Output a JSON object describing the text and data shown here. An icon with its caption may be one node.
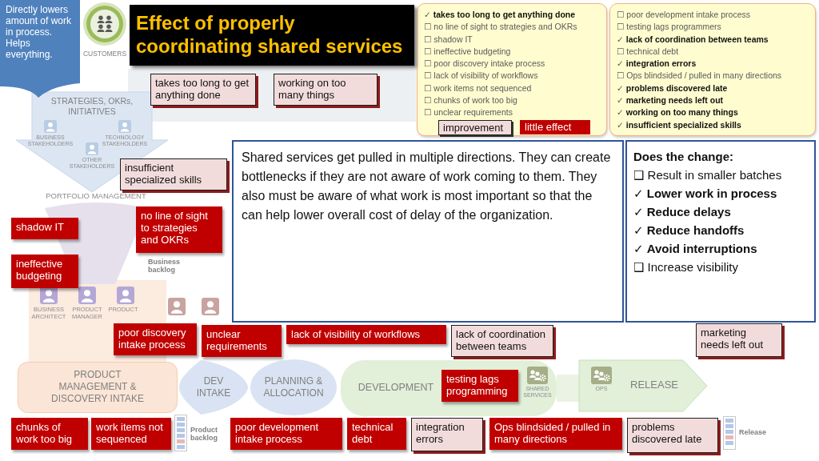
{
  "diagram": {
    "title": "Effect of properly coordinating shared services",
    "nodes": [
      {
        "text": [
          "Directly lowers amount of work in process. Helps everything."
        ]
      },
      {
        "text": [
          "CUSTOMERS"
        ]
      },
      {
        "text": [
          "takes too long to get anything done"
        ]
      },
      {
        "text": [
          "working on too many things"
        ]
      },
      {
        "text": [
          "✓ **takes too long to get anything done**",
          "☐ no line of sight to strategies and OKRs",
          "☐ shadow IT",
          "☐ ineffective budgeting",
          "☐ poor discovery intake process",
          "☐ lack of visibility of workflows",
          "☐ work items not sequenced",
          "☐ chunks of work too big",
          "☐ unclear requirements"
        ]
      },
      {
        "text": [
          "☐ poor development intake process",
          "☐ testing lags programmers",
          "✓ **lack of coordination between teams**",
          "☐ technical debt",
          "✓ **integration errors**",
          "☐ Ops blindsided / pulled in many directions",
          "✓ **problems discovered late**",
          "✓ **marketing needs left out**",
          "✓ **working on too many things**",
          "✓ **insufficient specialized skills**"
        ]
      },
      {
        "text": [
          "STRATEGIES, OKRs, INITIATIVES"
        ]
      },
      {
        "text": [
          "insufficient specialized skills"
        ]
      },
      {
        "text": [
          "PORTFOLIO MANAGEMENT"
        ]
      },
      {
        "text": [
          "Shared services get pulled in multiple directions. They can create bottlenecks if they are not aware of work coming to them. They also must be aware of what work is most important so that the can help lower overall cost of delay of the organization."
        ]
      },
      {
        "text": [
          "Does the change:",
          "❑ Result in smaller batches",
          "✓ **Lower work in process**",
          "✓ **Reduce delays**",
          "✓ **Reduce handoffs**",
          "✓ **Avoid interruptions**",
          "❑ Increase visibility"
        ]
      },
      {
        "text": [
          "shadow IT"
        ]
      },
      {
        "text": [
          "no line of sight to strategies and OKRs"
        ]
      },
      {
        "text": [
          "ineffective budgeting"
        ]
      },
      {
        "text": [
          "poor discovery intake process"
        ]
      },
      {
        "text": [
          "unclear requirements"
        ]
      },
      {
        "text": [
          "lack of visibility of workflows"
        ]
      },
      {
        "text": [
          "lack of coordination between teams"
        ]
      },
      {
        "text": [
          "marketing needs left out"
        ]
      },
      {
        "text": [
          "PRODUCT MANAGEMENT & DISCOVERY INTAKE"
        ]
      },
      {
        "text": [
          "DEV INTAKE"
        ]
      },
      {
        "text": [
          "PLANNING & ALLOCATION"
        ]
      },
      {
        "text": [
          "DEVELOPMENT"
        ]
      },
      {
        "text": [
          "testing lags programming"
        ],
        "in": 22
      },
      {
        "text": [
          "RELEASE"
        ]
      },
      {
        "text": [
          "chunks of work too big"
        ]
      },
      {
        "text": [
          "work items not sequenced"
        ]
      },
      {
        "text": [
          "poor development intake process"
        ]
      },
      {
        "text": [
          "technical debt"
        ]
      },
      {
        "text": [
          "integration errors"
        ]
      },
      {
        "text": [
          "Ops blindsided / pulled in many directions"
        ]
      },
      {
        "text": [
          "problems discovered late"
        ]
      }
    ],
    "labels": [
      "BUSINESS STAKEHOLDERS",
      "TECHNOLOGY STAKEHOLDERS",
      "OTHER STAKEHOLDERS",
      "Business backlog",
      "BUSINESS ARCHITECT",
      "PRODUCT MANAGER",
      "PRODUCT",
      "SHARED SERVICES",
      "OPS",
      "Product backlog",
      "Release"
    ],
    "legend": [
      {
        "text": "improvement",
        "color": "#f2dcdb"
      },
      {
        "text": "little effect",
        "color": "#c00000"
      }
    ]
  }
}
